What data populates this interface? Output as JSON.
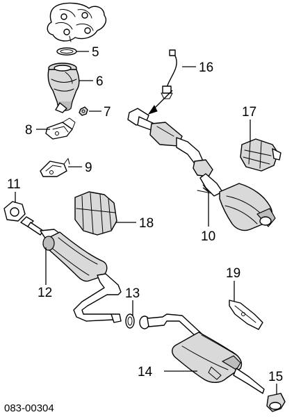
{
  "diagram_code": "083-00304",
  "callouts": {
    "c5": "5",
    "c6": "6",
    "c7": "7",
    "c8": "8",
    "c9": "9",
    "c10": "10",
    "c11": "11",
    "c12": "12",
    "c13": "13",
    "c14": "14",
    "c15": "15",
    "c16": "16",
    "c17": "17",
    "c18": "18",
    "c19": "19"
  }
}
